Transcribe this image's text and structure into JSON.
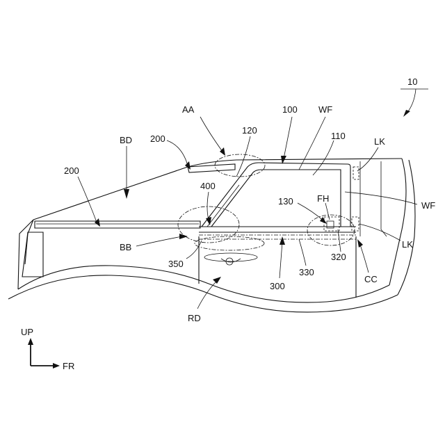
{
  "labels": {
    "ref_10": "10",
    "AA": "AA",
    "ref_100": "100",
    "WF_top": "WF",
    "BD": "BD",
    "ref_200_top": "200",
    "ref_120": "120",
    "ref_110": "110",
    "LK_top": "LK",
    "ref_200_left": "200",
    "ref_400": "400",
    "ref_130": "130",
    "FH": "FH",
    "WF_right": "WF",
    "BB": "BB",
    "ref_350": "350",
    "ref_320": "320",
    "LK_right": "LK",
    "ref_330": "330",
    "ref_300": "300",
    "CC": "CC",
    "RD": "RD",
    "UP": "UP",
    "FR": "FR"
  }
}
